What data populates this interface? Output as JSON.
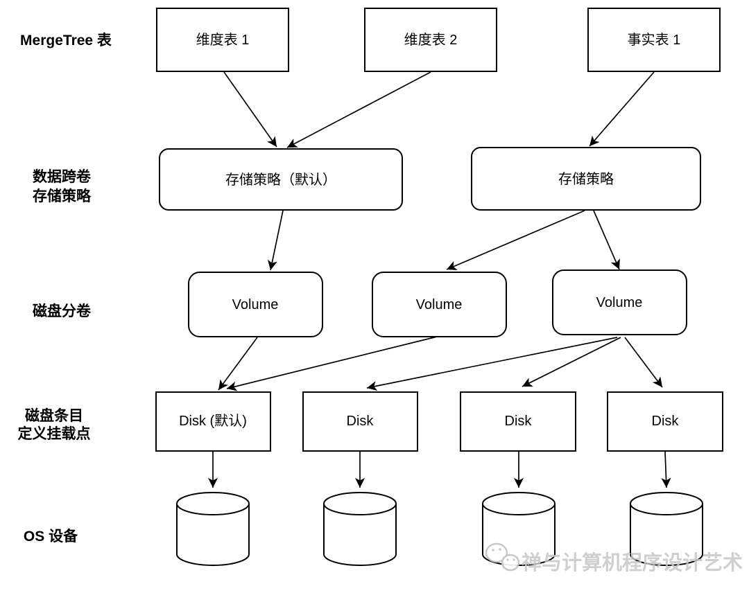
{
  "diagram": {
    "title_hint": "ClickHouse MergeTree 多卷存储结构图",
    "colors": {
      "stroke": "#000000",
      "background": "#ffffff",
      "watermark": "#c7c7c7"
    },
    "row_labels": {
      "mergetree": "MergeTree 表",
      "policy_line1": "数据跨卷",
      "policy_line2": "存储策略",
      "volume": "磁盘分卷",
      "disk_line1": "磁盘条目",
      "disk_line2": "定义挂载点",
      "os": "OS 设备"
    },
    "nodes": {
      "dim_table_1": {
        "label": "维度表 1"
      },
      "dim_table_2": {
        "label": "维度表 2"
      },
      "fact_table_1": {
        "label": "事实表 1"
      },
      "storage_policy_default": {
        "label": "存储策略（默认）"
      },
      "storage_policy": {
        "label": "存储策略"
      },
      "volume_1": {
        "label": "Volume"
      },
      "volume_2": {
        "label": "Volume"
      },
      "volume_3": {
        "label": "Volume"
      },
      "disk_default": {
        "label": "Disk (默认)"
      },
      "disk_2": {
        "label": "Disk"
      },
      "disk_3": {
        "label": "Disk"
      },
      "disk_4": {
        "label": "Disk"
      }
    },
    "os_devices": [
      "cylinder-1",
      "cylinder-2",
      "cylinder-3",
      "cylinder-4"
    ],
    "edges": [
      {
        "from": "dim_table_1",
        "to": "storage_policy_default"
      },
      {
        "from": "dim_table_2",
        "to": "storage_policy_default"
      },
      {
        "from": "fact_table_1",
        "to": "storage_policy"
      },
      {
        "from": "storage_policy_default",
        "to": "volume_1"
      },
      {
        "from": "storage_policy",
        "to": "volume_2"
      },
      {
        "from": "storage_policy",
        "to": "volume_3"
      },
      {
        "from": "volume_1",
        "to": "disk_default"
      },
      {
        "from": "volume_2",
        "to": "disk_default"
      },
      {
        "from": "volume_3",
        "to": "disk_2"
      },
      {
        "from": "volume_3",
        "to": "disk_3"
      },
      {
        "from": "volume_3",
        "to": "disk_4"
      },
      {
        "from": "disk_default",
        "to": "os_device_1"
      },
      {
        "from": "disk_2",
        "to": "os_device_2"
      },
      {
        "from": "disk_3",
        "to": "os_device_3"
      },
      {
        "from": "disk_4",
        "to": "os_device_4"
      }
    ],
    "watermark": {
      "text": "禅与计算机程序设计艺术",
      "logo": "wechat-icon"
    }
  }
}
